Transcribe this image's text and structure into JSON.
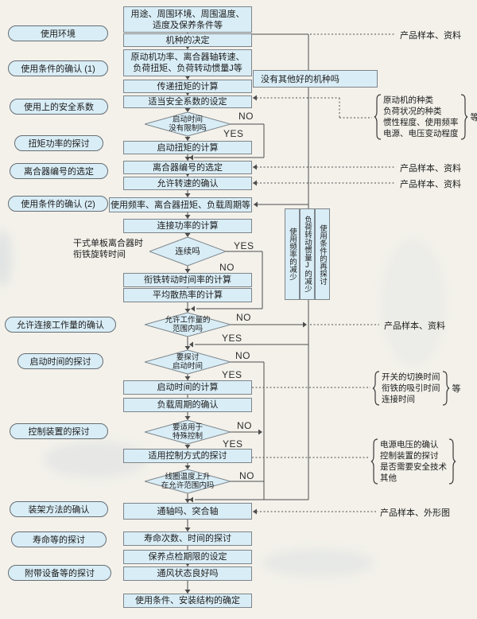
{
  "colors": {
    "box_fill": "#d9edf6",
    "box_border": "#7d848a",
    "line": "#4d4d4d",
    "page_bg": "#f3f1ea",
    "text": "#1c1c1c"
  },
  "labels": {
    "yes": "YES",
    "no": "NO"
  },
  "left_labels": [
    "使用环境",
    "使用条件的确认 (1)",
    "使用上的安全系数",
    "扭矩功率的探讨",
    "离合器编号的选定",
    "使用条件的确认 (2)",
    "允许连接工作量的确认",
    "启动时间的探讨",
    "控制装置的探讨",
    "装架方法的确认",
    "寿命等的探讨",
    "附带设备等的探讨"
  ],
  "flow": {
    "b": [
      [
        "用途、周围环境、周围温度、",
        "适度及保养条件等"
      ],
      [
        "机种的决定"
      ],
      [
        "原动机功率、离合器轴转速、",
        "负荷扭矩、负荷转动惯量J等"
      ],
      [
        "传递扭矩的计算"
      ],
      [
        "适当安全系数的设定"
      ],
      [
        "启动扭矩的计算"
      ],
      [
        "离合器编号的选定"
      ],
      [
        "允许转速的确认"
      ],
      [
        "使用频率、离合器扭矩、负载周期等"
      ],
      [
        "连接功率的计算"
      ],
      [
        "衔铁转动时间率的计算"
      ],
      [
        "平均散热率的计算"
      ],
      [
        "启动时间的计算"
      ],
      [
        "负载周期的确认"
      ],
      [
        "适用控制方式的探讨"
      ],
      [
        "通轴吗、突合轴"
      ],
      [
        "寿命次数、时间的探讨"
      ],
      [
        "保养点检期限的设定"
      ],
      [
        "通风状态良好吗"
      ],
      [
        "使用条件、安装结构的确定"
      ]
    ],
    "d": [
      [
        "启动时间",
        "没有限制吗"
      ],
      [
        "连续吗"
      ],
      [
        "允许工作量的",
        "范围内吗"
      ],
      [
        "要探讨",
        "启动时间"
      ],
      [
        "要适用于",
        "特殊控制"
      ],
      [
        "线圈温度上升",
        "在允许范围内吗"
      ]
    ]
  },
  "side": {
    "product_sample": "产品样本、资料",
    "product_outline": "产品样本、外形图",
    "no_better_model": "没有其他好的机种吗",
    "note_dry": [
      "干式单板离合器时",
      "衔铁旋转时间"
    ],
    "vertical": [
      "使用频率的减少",
      "负荷转动惯量J的减少",
      "使用条件的再探讨"
    ],
    "brace1": {
      "items": [
        "原动机的种类",
        "负荷状况的种类",
        "惯性程度、使用频率",
        "电源、电压变动程度"
      ],
      "suffix": "等"
    },
    "brace2": {
      "items": [
        "开关的切换时间",
        "衔铁的吸引时间",
        "连接时间"
      ],
      "suffix": "等"
    },
    "brace3": {
      "items": [
        "电源电压的确认",
        "控制装置的探讨",
        "是否需要安全技术",
        "其他"
      ],
      "suffix": ""
    }
  }
}
